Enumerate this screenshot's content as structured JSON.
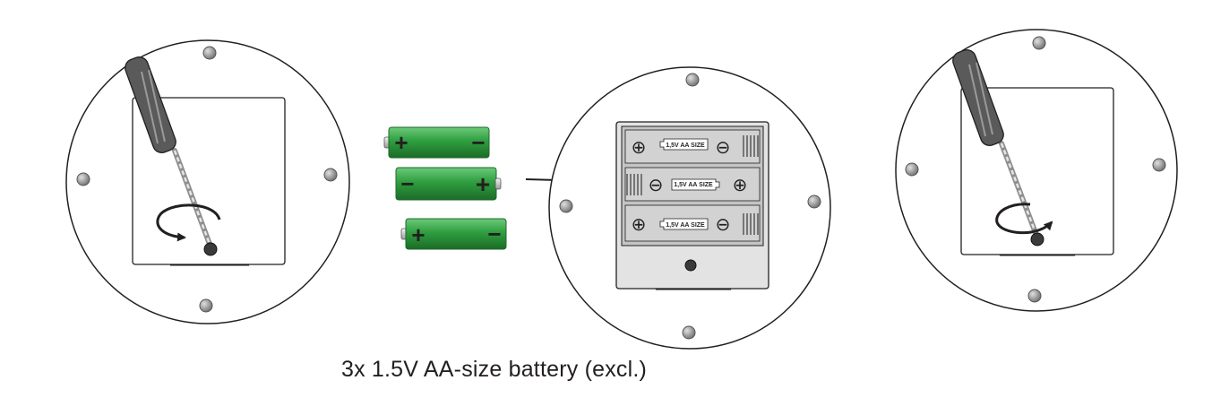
{
  "caption": "3x 1.5V AA-size battery (excl.)",
  "compartment": {
    "slot_labels": [
      "1,5V AA SIZE",
      "1,5V AA SIZE",
      "1,5V AA SIZE"
    ],
    "plus_symbol": "⊕",
    "minus_symbol": "⊖"
  },
  "loose_batteries": {
    "plus_sign": "+",
    "minus_sign": "−"
  },
  "colors": {
    "battery_green": "#2e9e3f",
    "battery_dark": "#1c6b28",
    "outline": "#231f20",
    "panel_gray": "#e3e3e3",
    "compartment_gray": "#c4c4c4"
  },
  "icons": [
    "screwdriver-icon",
    "rotate-arrow-icon",
    "insert-arrow-icon",
    "spring-contact-icon"
  ]
}
